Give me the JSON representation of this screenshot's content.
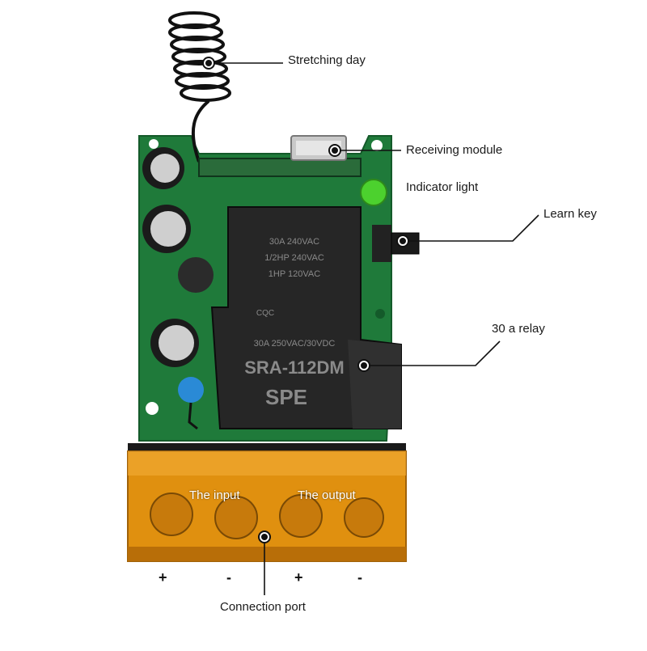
{
  "callouts": {
    "antenna": "Stretching day",
    "receiver": "Receiving module",
    "indicator": "Indicator light",
    "learn_key": "Learn key",
    "relay": "30 a relay",
    "port": "Connection port"
  },
  "terminal": {
    "input_label": "The input",
    "output_label": "The output",
    "signs": [
      "+",
      "-",
      "+",
      "-"
    ]
  },
  "relay_markings": {
    "line1": "SRA-112DM",
    "line2": "30A 250VAC/30VDC",
    "line3": "1HP 120VAC",
    "line4": "1/2HP 240VAC",
    "line5": "30A 240VAC",
    "brand": "SPE",
    "cert": "CQC"
  },
  "colors": {
    "pcb": "#1f7a3a",
    "relay": "#262626",
    "terminal": "#e0900f",
    "led": "#4cd12e",
    "capacitor_blue": "#2a8ad6"
  }
}
